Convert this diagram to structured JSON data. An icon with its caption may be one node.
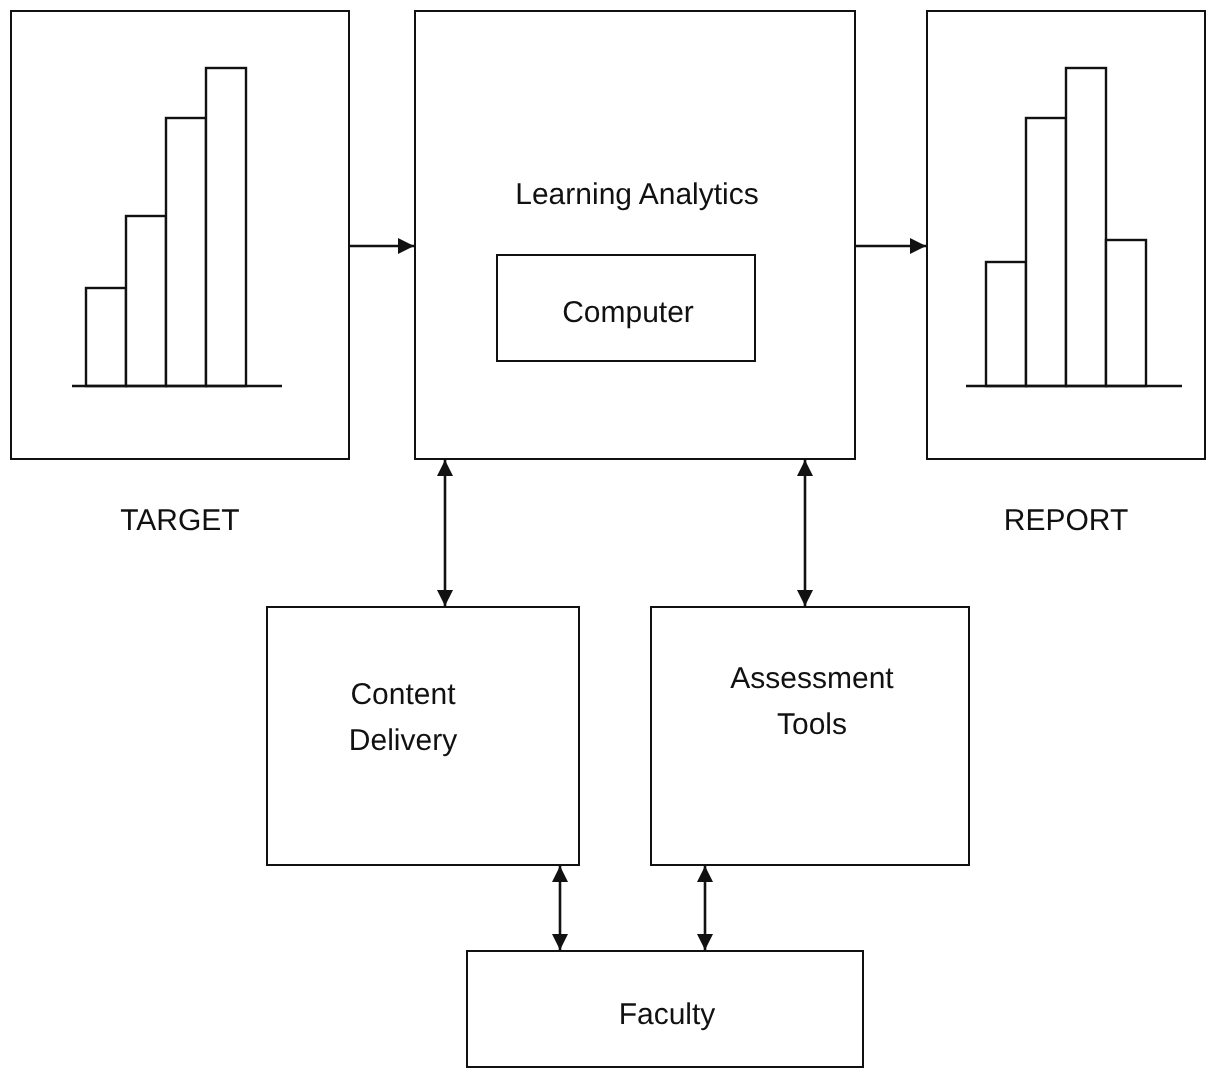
{
  "diagram": {
    "nodes": [
      {
        "text": [],
        "shape": "box",
        "beside": [
          "TARGET"
        ]
      },
      {
        "text": [
          "Learning Analytics"
        ]
      },
      {
        "text": [
          "Computer"
        ],
        "in": 1
      },
      {
        "text": [],
        "shape": "box",
        "beside": [
          "REPORT"
        ]
      },
      {
        "text": [
          "Content Delivery"
        ]
      },
      {
        "text": [
          "Assessment Tools"
        ]
      },
      {
        "text": [
          "Faculty"
        ]
      }
    ],
    "edges": [
      {
        "from": 0,
        "to": 1,
        "arrow": "to"
      },
      {
        "from": 1,
        "to": 3,
        "arrow": "to"
      },
      {
        "from": 1,
        "to": 4,
        "arrow": "both"
      },
      {
        "from": 1,
        "to": 5,
        "arrow": "both"
      },
      {
        "from": 4,
        "to": 6,
        "arrow": "both"
      },
      {
        "from": 5,
        "to": 6,
        "arrow": "both"
      }
    ]
  }
}
